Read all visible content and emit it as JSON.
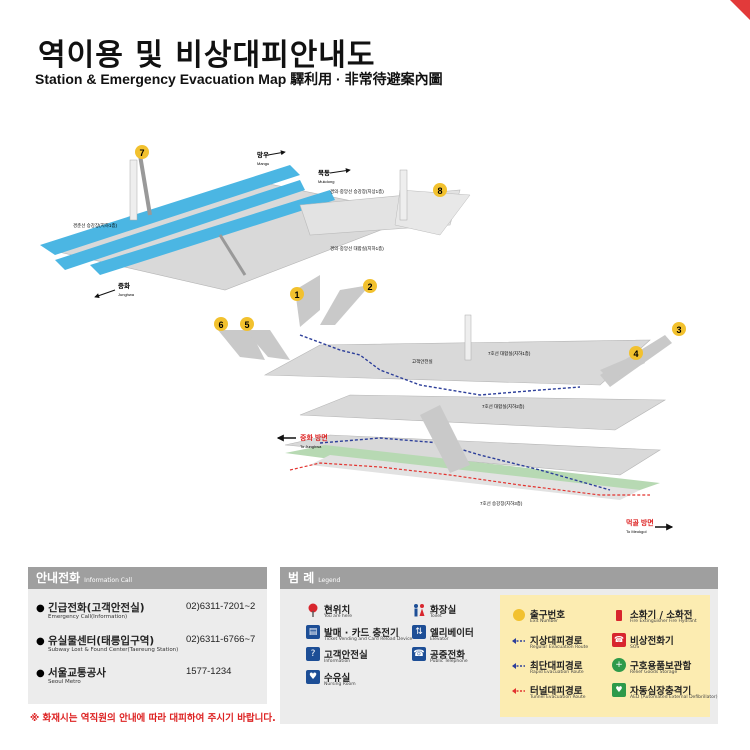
{
  "header": {
    "title": "역이용 및 비상대피안내도",
    "subtitle": "Station & Emergency Evacuation Map   驛利用 · 非常待避案內圖"
  },
  "map": {
    "exit_numbers": [
      "7",
      "8",
      "1",
      "2",
      "6",
      "5",
      "3",
      "4"
    ],
    "direction_labels": {
      "mangu": "망우",
      "mangu_en": "Mangu",
      "mokdong": "묵동",
      "mokdong_en": "Mukdong",
      "jungang": "중화",
      "jungang_en": "Junghwa",
      "left_direction": "중화 방면",
      "left_direction_en": "To Junghwa",
      "right_direction": "먹골 방면",
      "right_direction_en": "To Meokgol"
    },
    "area_labels": {
      "platform_left": "경춘선 승강장(지하1층)",
      "concourse_a": "경의·중앙선 승강장(지상1층)",
      "concourse_b": "경의·중앙선 대합실(지하1층)",
      "concourse_7_upper": "7호선 대합실(지하1층)",
      "concourse_7_lower": "7호선 대합실(지하2층)",
      "platform_7": "7호선 승강장(지하3층)",
      "customer_center": "고객안전실"
    }
  },
  "info_panel": {
    "heading": "안내전화",
    "heading_en": "Information Call",
    "rows": [
      {
        "ko": "긴급전화(고객안전실)",
        "en": "Emergency Call(Information)",
        "number": "02)6311-7201~2"
      },
      {
        "ko": "유실물센터(태릉입구역)",
        "en": "Subway Lost & Found Center(Taereung Station)",
        "number": "02)6311-6766~7"
      },
      {
        "ko": "서울교통공사",
        "en": "Seoul Metro",
        "number": "1577-1234"
      }
    ]
  },
  "notice": "※ 화재시는 역직원의 안내에 따라 대피하여 주시기 바랍니다.",
  "legend": {
    "heading": "범 례",
    "heading_en": "Legend",
    "left_items": [
      {
        "ko": "현위치",
        "en": "You are here",
        "icon": "location-pin-icon"
      },
      {
        "ko": "발매 · 카드 충전기",
        "en": "Ticket Vending and Card Reload Device",
        "icon": "ticket-machine-icon"
      },
      {
        "ko": "고객안전실",
        "en": "Information",
        "icon": "information-icon"
      },
      {
        "ko": "수유실",
        "en": "Nursing Room",
        "icon": "nursing-room-icon"
      }
    ],
    "mid_items": [
      {
        "ko": "화장실",
        "en": "Toilet",
        "icon": "toilet-icon"
      },
      {
        "ko": "엘리베이터",
        "en": "Elevator",
        "icon": "elevator-icon"
      },
      {
        "ko": "공중전화",
        "en": "Public Telephone",
        "icon": "phone-icon"
      }
    ],
    "route_items": [
      {
        "ko": "출구번호",
        "en": "Exit Number",
        "icon": "exit-number-icon"
      },
      {
        "ko": "지상대피경로",
        "en": "Regular Evacuation Route",
        "icon": "regular-route-icon"
      },
      {
        "ko": "최단대피경로",
        "en": "Rapid Evacuation Route",
        "icon": "rapid-route-icon"
      },
      {
        "ko": "터널대피경로",
        "en": "Tunnel Evacuation Route",
        "icon": "tunnel-route-icon"
      }
    ],
    "equip_items": [
      {
        "ko": "소화기 / 소화전",
        "en": "Fire Extinguisher   Fire Hydrant",
        "icon": "fire-extinguisher-icon"
      },
      {
        "ko": "비상전화기",
        "en": "SOS",
        "icon": "sos-phone-icon"
      },
      {
        "ko": "구호용품보관함",
        "en": "Relief Goods Storage",
        "icon": "relief-goods-icon"
      },
      {
        "ko": "자동심장충격기",
        "en": "AED (Automated External Defibrillator)",
        "icon": "aed-icon"
      }
    ]
  },
  "colors": {
    "platform_blue": "#4bb6e3",
    "floor_grey": "#d9d9d9",
    "exit_yellow": "#f2c12e",
    "route_blue": "#2d3f9a",
    "tunnel_red": "#e2332f",
    "track_green": "#b7d9b3"
  }
}
